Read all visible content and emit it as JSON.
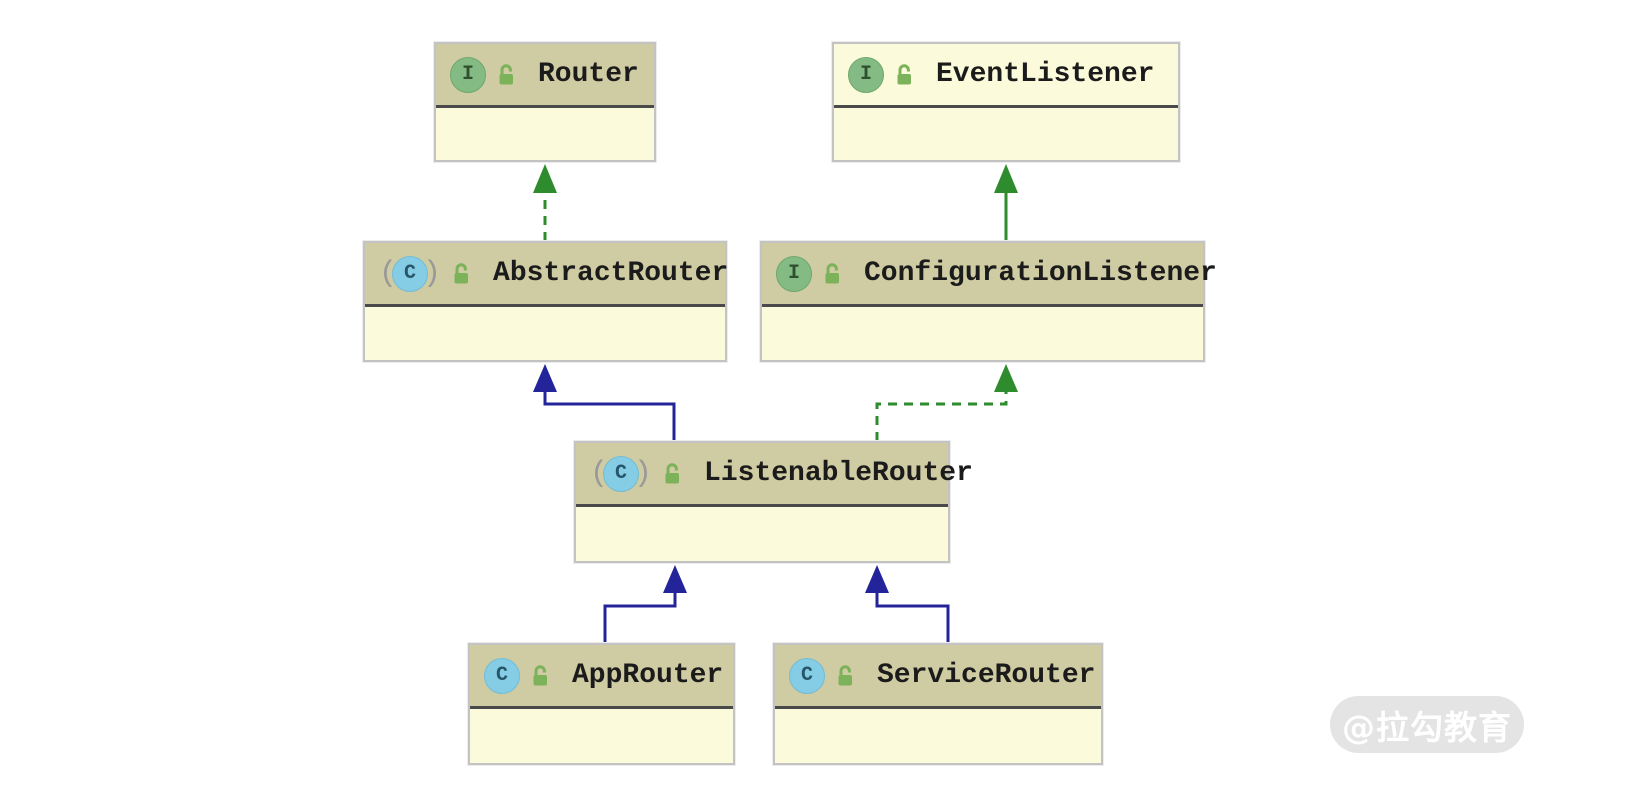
{
  "diagram": {
    "title": "Dubbo router class inheritance UML diagram",
    "nodes": [
      {
        "id": "router",
        "name": "Router",
        "kind": "interface",
        "icon_letter": "I",
        "header_style": "khaki"
      },
      {
        "id": "eventlistener",
        "name": "EventListener",
        "kind": "interface",
        "icon_letter": "I",
        "header_style": "pale"
      },
      {
        "id": "abstractrouter",
        "name": "AbstractRouter",
        "kind": "abstract-class",
        "icon_letter": "C",
        "header_style": "khaki"
      },
      {
        "id": "configurationlistener",
        "name": "ConfigurationListener",
        "kind": "interface",
        "icon_letter": "I",
        "header_style": "khaki"
      },
      {
        "id": "listenablerouter",
        "name": "ListenableRouter",
        "kind": "abstract-class",
        "icon_letter": "C",
        "header_style": "khaki"
      },
      {
        "id": "approuter",
        "name": "AppRouter",
        "kind": "class",
        "icon_letter": "C",
        "header_style": "khaki"
      },
      {
        "id": "servicerouter",
        "name": "ServiceRouter",
        "kind": "class",
        "icon_letter": "C",
        "header_style": "khaki"
      }
    ],
    "icons": {
      "abstract_paren_left": "(",
      "abstract_paren_right": ")",
      "lock_name": "open-lock-icon"
    },
    "edges": [
      {
        "from": "AbstractRouter",
        "to": "Router",
        "type": "implements",
        "line": "dashed",
        "color": "green"
      },
      {
        "from": "ConfigurationListener",
        "to": "EventListener",
        "type": "extends",
        "line": "solid",
        "color": "green"
      },
      {
        "from": "ListenableRouter",
        "to": "AbstractRouter",
        "type": "extends",
        "line": "solid",
        "color": "navy"
      },
      {
        "from": "ListenableRouter",
        "to": "ConfigurationListener",
        "type": "implements",
        "line": "dashed",
        "color": "green"
      },
      {
        "from": "AppRouter",
        "to": "ListenableRouter",
        "type": "extends",
        "line": "solid",
        "color": "navy"
      },
      {
        "from": "ServiceRouter",
        "to": "ListenableRouter",
        "type": "extends",
        "line": "solid",
        "color": "navy"
      }
    ],
    "colors": {
      "header_khaki": "#cfcba2",
      "body_yellow": "#fbfadb",
      "edge_green": "#2e8b2e",
      "edge_navy": "#24249a",
      "interface_icon_green": "#84ba84",
      "class_icon_blue": "#85cde5",
      "lock_green": "#7cb259",
      "separator_gray": "#4a4a4a"
    },
    "watermark": {
      "text": "@拉勾教育"
    }
  }
}
